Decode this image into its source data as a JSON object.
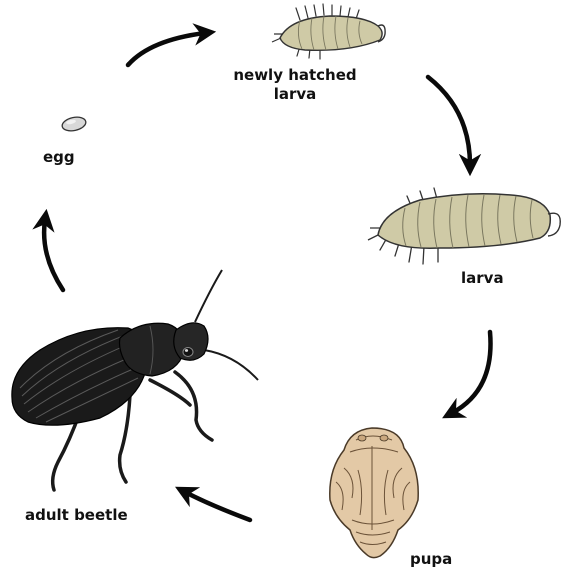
{
  "stages": {
    "egg": "egg",
    "newly_hatched_larva": [
      "newly hatched",
      "larva"
    ],
    "larva": "larva",
    "pupa": "pupa",
    "adult": "adult beetle"
  },
  "colors": {
    "larva_body": "#cfcaa6",
    "pupa_body": "#e3c9a6",
    "beetle_body": "#1a1a1a",
    "egg": "#d8d8d8",
    "arrow": "#0a0a0a"
  },
  "icons": [
    "egg-icon",
    "hatchling-larva-icon",
    "larva-icon",
    "pupa-icon",
    "beetle-icon",
    "arrow-icon"
  ]
}
